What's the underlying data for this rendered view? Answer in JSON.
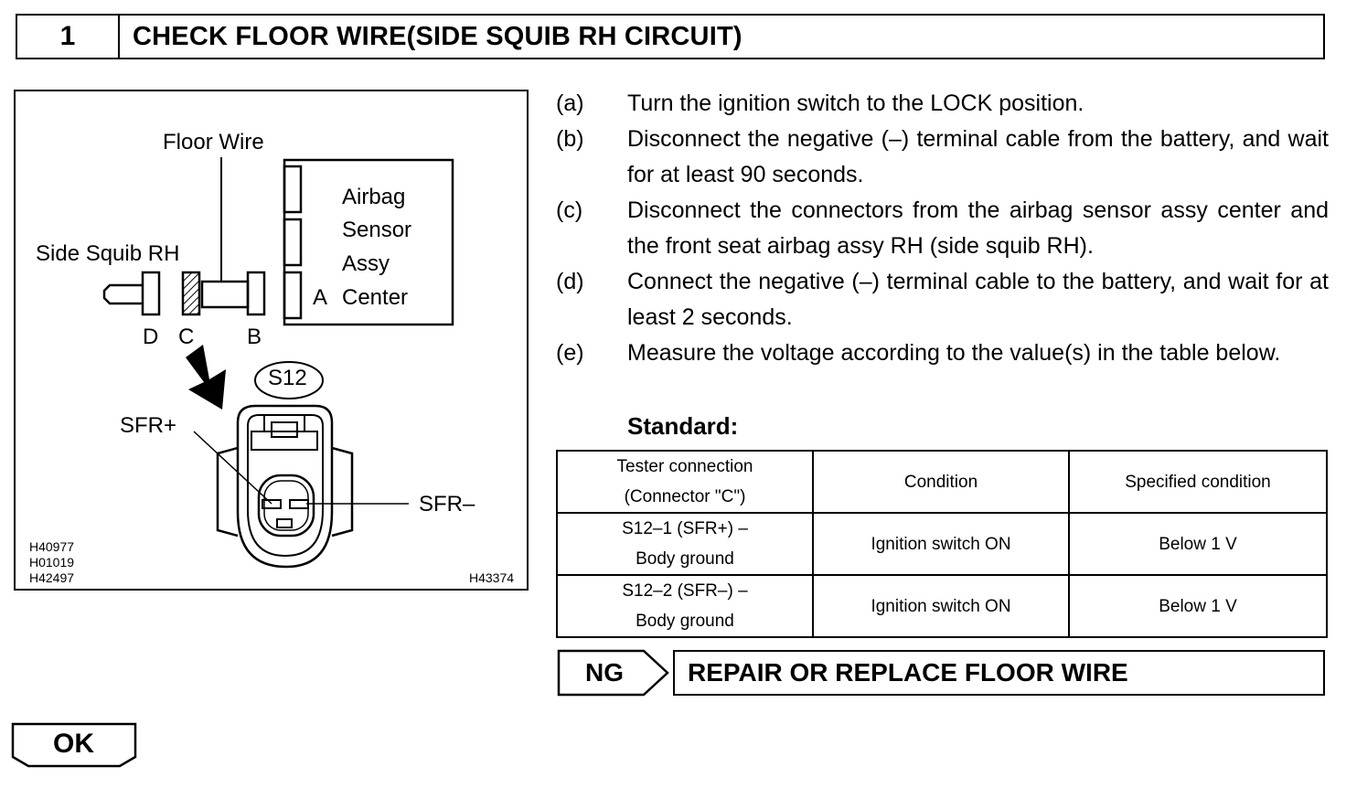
{
  "header": {
    "step_number": "1",
    "title": "CHECK FLOOR WIRE(SIDE SQUIB RH CIRCUIT)"
  },
  "figure": {
    "floor_wire_label": "Floor Wire",
    "airbag_label_lines": [
      "Airbag",
      "Sensor",
      "Assy",
      "Center"
    ],
    "side_squib_label": "Side Squib RH",
    "connector_letters": {
      "a": "A",
      "b": "B",
      "c": "C",
      "d": "D"
    },
    "connector_id": "S12",
    "sfr_plus_label": "SFR+",
    "sfr_minus_label": "SFR–",
    "ref_codes": [
      "H40977",
      "H01019",
      "H42497"
    ],
    "ref_code_right": "H43374"
  },
  "steps": [
    {
      "letter": "(a)",
      "text": "Turn the ignition switch to the LOCK position."
    },
    {
      "letter": "(b)",
      "text": "Disconnect the negative (–) terminal cable from the battery, and wait for at least 90 seconds."
    },
    {
      "letter": "(c)",
      "text": "Disconnect the connectors from the airbag sensor assy center and the front seat airbag assy RH (side squib RH)."
    },
    {
      "letter": "(d)",
      "text": "Connect the negative (–) terminal cable to the battery, and wait for at least 2 seconds."
    },
    {
      "letter": "(e)",
      "text": "Measure the voltage according to the value(s) in the table below."
    }
  ],
  "standard_label": "Standard:",
  "table": {
    "headers": {
      "col1_line1": "Tester connection",
      "col1_line2": "(Connector \"C\")",
      "col2": "Condition",
      "col3": "Specified condition"
    },
    "rows": [
      {
        "conn_line1": "S12–1 (SFR+) –",
        "conn_line2": "Body ground",
        "condition": "Ignition switch ON",
        "spec": "Below 1 V"
      },
      {
        "conn_line1": "S12–2 (SFR–) –",
        "conn_line2": "Body ground",
        "condition": "Ignition switch ON",
        "spec": "Below 1 V"
      }
    ]
  },
  "ng": {
    "label": "NG",
    "action": "REPAIR OR REPLACE FLOOR WIRE"
  },
  "ok": {
    "label": "OK"
  }
}
